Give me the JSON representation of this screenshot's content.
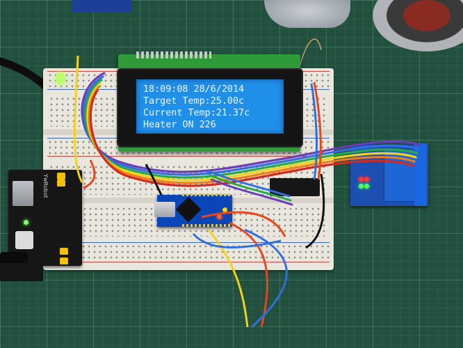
{
  "lcd": {
    "line1": "18:09:08 28/6/2014",
    "line2": "Target Temp:25.00c",
    "line3": "Current Temp:21.37c",
    "line4": "Heater ON 226"
  },
  "power_module": {
    "brand": "YwRobot"
  },
  "colors": {
    "lcd_background": "#1f8fe8",
    "lcd_text": "#eaf6ff",
    "cutting_mat": "#21503f",
    "breadboard": "#e9e6de",
    "arduino_pcb": "#0a46b8",
    "relay_pcb": "#1d4fb2"
  }
}
